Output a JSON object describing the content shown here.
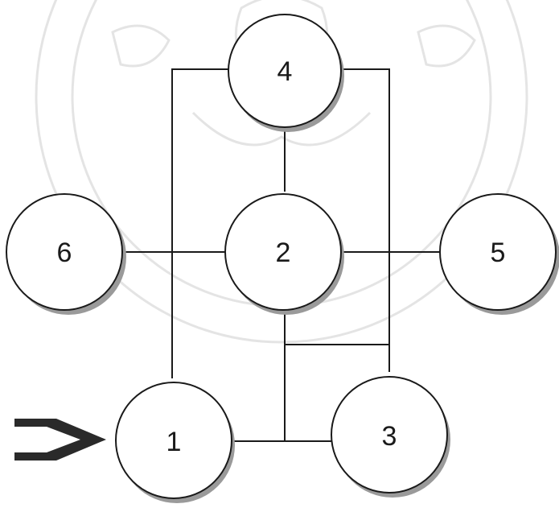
{
  "nodes": [
    {
      "id": "4",
      "label": "4"
    },
    {
      "id": "6",
      "label": "6"
    },
    {
      "id": "2",
      "label": "2"
    },
    {
      "id": "5",
      "label": "5"
    },
    {
      "id": "1",
      "label": "1"
    },
    {
      "id": "3",
      "label": "3"
    }
  ],
  "edges": [
    {
      "from": "1",
      "to": "4"
    },
    {
      "from": "3",
      "to": "4"
    },
    {
      "from": "4",
      "to": "2"
    },
    {
      "from": "6",
      "to": "2"
    },
    {
      "from": "2",
      "to": "5"
    },
    {
      "from": "2",
      "to": "3"
    },
    {
      "from": "1",
      "to": "3"
    }
  ],
  "entry_arrow": {
    "target": "1"
  },
  "watermark": {
    "kind": "university-seal"
  }
}
